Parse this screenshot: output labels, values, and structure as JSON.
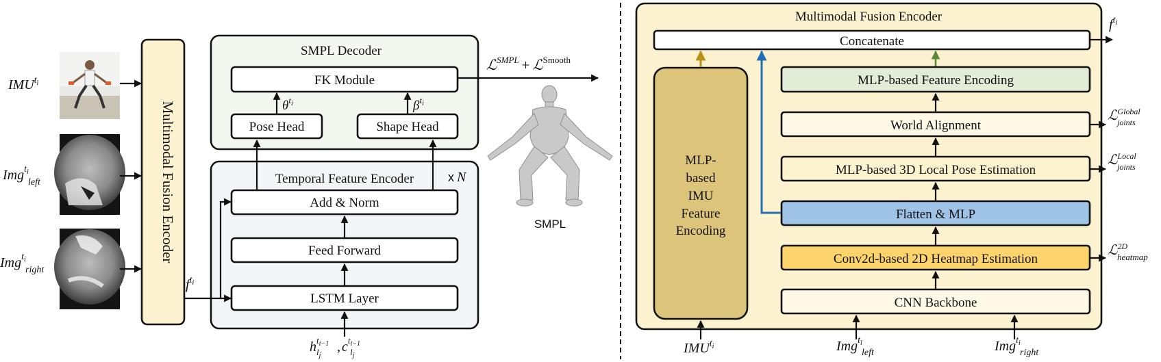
{
  "left": {
    "inputs": {
      "imu": {
        "base": "IMU",
        "sup": "t",
        "supsub": "i"
      },
      "img_left": {
        "base": "Img",
        "sup": "t",
        "supsub": "i",
        "sub": "left"
      },
      "img_right": {
        "base": "Img",
        "sup": "t",
        "supsub": "i",
        "sub": "right"
      }
    },
    "fusion_encoder": "Multimodal Fusion Encoder",
    "feature": {
      "base": "f",
      "sup": "t",
      "supsub": "i"
    },
    "smpl_decoder": {
      "title": "SMPL Decoder",
      "fk_module": "FK Module",
      "pose_head": "Pose Head",
      "shape_head": "Shape Head",
      "theta": {
        "base": "θ",
        "sup": "t",
        "supsub": "i"
      },
      "beta": {
        "base": "β",
        "sup": "t",
        "supsub": "i"
      }
    },
    "loss": {
      "l1": "ℒ",
      "s1": "SMPL",
      "plus": "+",
      "l2": "ℒ",
      "s2": "Smooth"
    },
    "temporal_encoder": {
      "title": "Temporal Feature Encoder",
      "repeat_x": "x",
      "repeat_n": "N",
      "add_norm": "Add & Norm",
      "feed_forward": "Feed Forward",
      "lstm": "LSTM Layer"
    },
    "hidden_state": {
      "h": "h",
      "c": "c",
      "comma": ",",
      "sup": "t",
      "supsub": "i−1",
      "sub": "l",
      "subsub": "j"
    },
    "smpl_label": "SMPL"
  },
  "right": {
    "title": "Multimodal Fusion Encoder",
    "concatenate": "Concatenate",
    "imu_encoding_lines": [
      "MLP-",
      "based",
      "IMU",
      "Feature",
      "Encoding"
    ],
    "mlp_feature_encoding": "MLP-based Feature Encoding",
    "world_alignment": "World Alignment",
    "local_pose": "MLP-based 3D Local Pose Estimation",
    "flatten_mlp": "Flatten & MLP",
    "heatmap": "Conv2d-based 2D Heatmap Estimation",
    "cnn_backbone": "CNN Backbone",
    "output": {
      "base": "f",
      "sup": "t",
      "supsub": "i"
    },
    "losses": {
      "global": {
        "base": "ℒ",
        "sup": "Global",
        "sub": "joints"
      },
      "local": {
        "base": "ℒ",
        "sup": "Local",
        "sub": "joints"
      },
      "heatmap": {
        "base": "ℒ",
        "sup": "2D",
        "sub": "heatmap"
      }
    },
    "inputs": {
      "imu": {
        "base": "IMU",
        "sup": "t",
        "supsub": "i"
      },
      "img_left": {
        "base": "Img",
        "sup": "t",
        "supsub": "i",
        "sub": "left"
      },
      "img_right": {
        "base": "Img",
        "sup": "t",
        "supsub": "i",
        "sub": "right"
      }
    }
  },
  "colors": {
    "fusion_fill": "#fdf2d0",
    "decoder_fill": "#f3f7f0",
    "temporal_fill": "#f3f5f8",
    "imu_encoding": "#dcc57a",
    "feature_encoding": "#e2ecd6",
    "flatten": "#9fc3e7",
    "heatmap": "#fcd46b",
    "gold_arrow": "#b8901a",
    "blue_arrow": "#1f6fb4",
    "green_arrow": "#5a8a3a"
  }
}
